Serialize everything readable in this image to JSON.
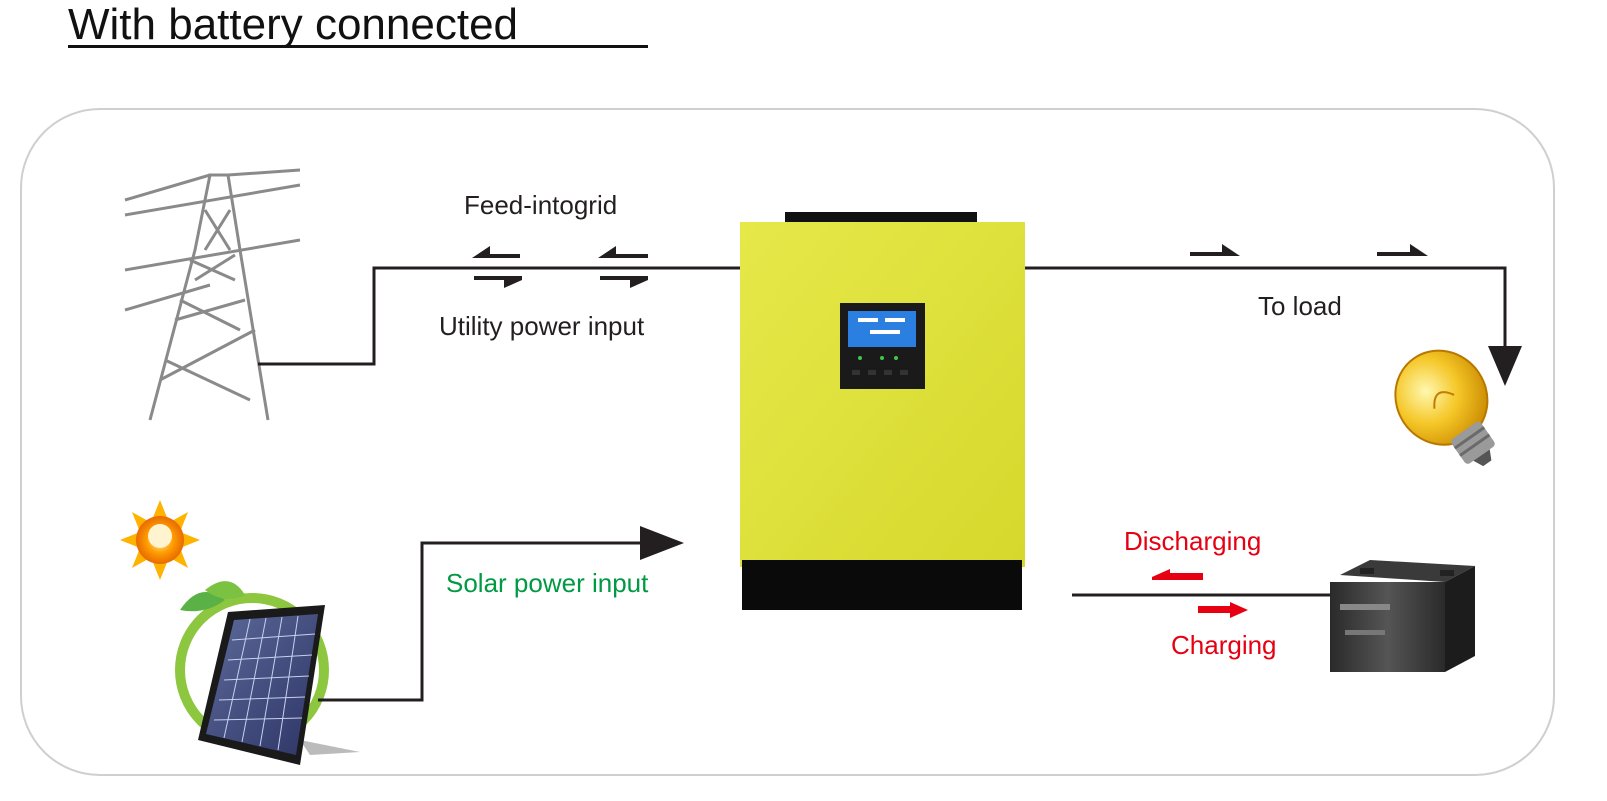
{
  "title": "With battery connected",
  "labels": {
    "feed_into_grid": "Feed-intogrid",
    "utility_power_input": "Utility power input",
    "to_load": "To load",
    "solar_power_input": "Solar power input",
    "discharging": "Discharging",
    "charging": "Charging"
  },
  "colors": {
    "line": "#231f20",
    "inverter_body": "#e3e539",
    "inverter_base": "#0a0a0a",
    "solar_label": "#009944",
    "battery_flow": "#e60012"
  },
  "icons": [
    "power-tower-icon",
    "inverter-icon",
    "light-bulb-icon",
    "sun-icon",
    "solar-panel-icon",
    "battery-icon"
  ]
}
